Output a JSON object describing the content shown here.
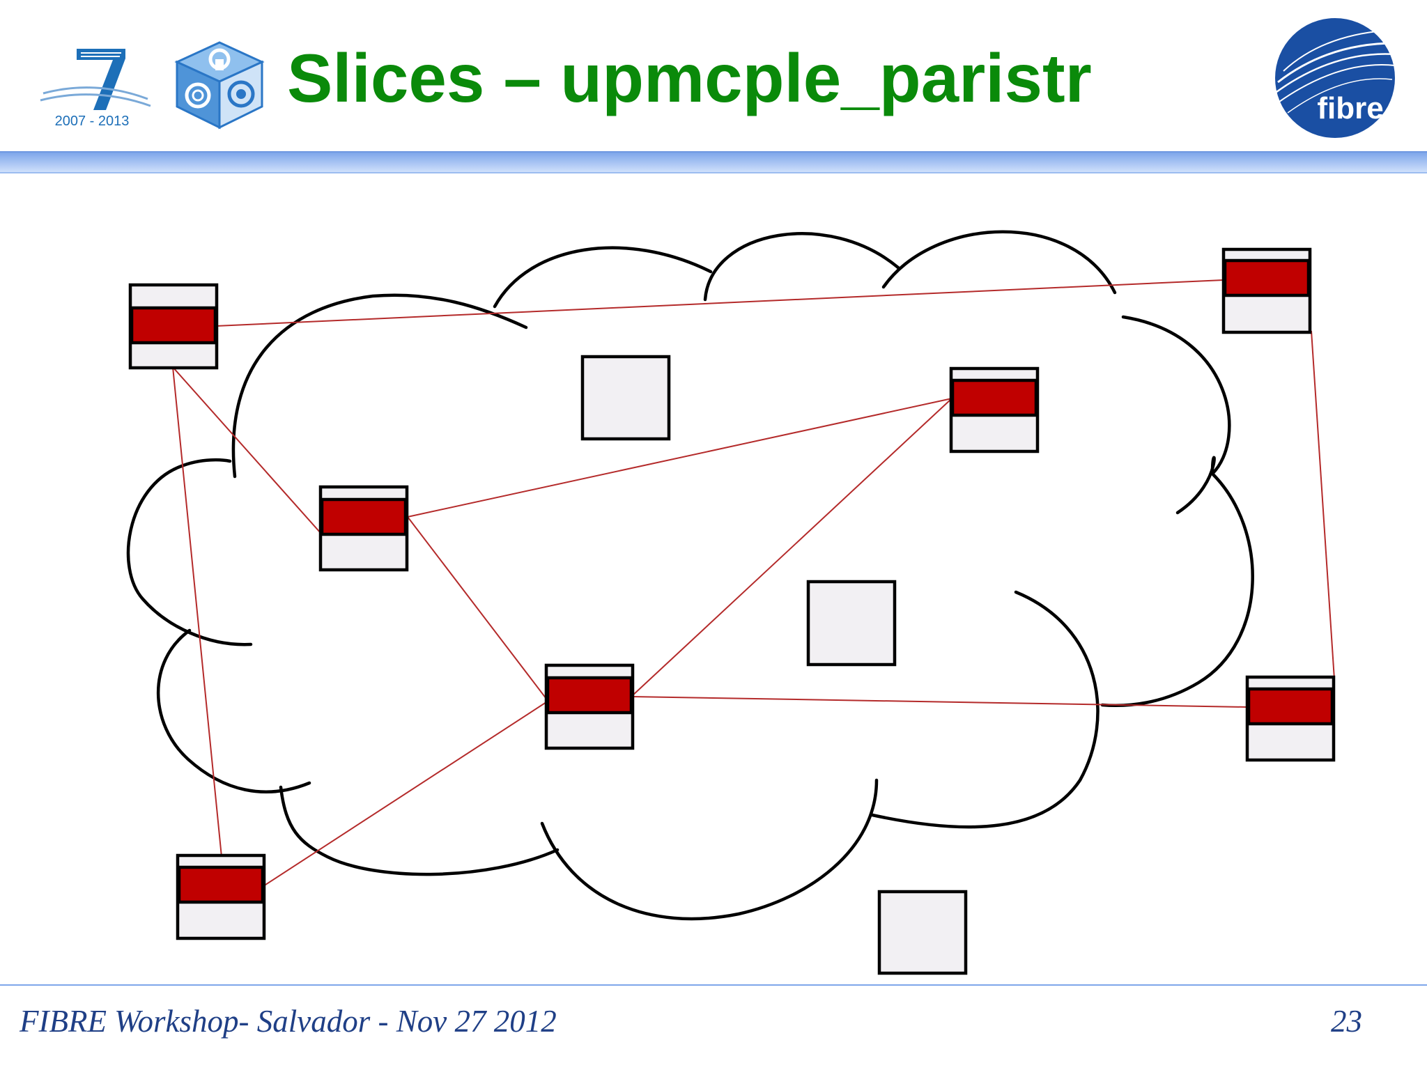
{
  "slide": {
    "title": "Slices – upmcple_paristr",
    "footer": "FIBRE Workshop- Salvador - Nov 27 2012",
    "page_number": "23"
  },
  "logos": {
    "fp7": {
      "label": "2007 - 2013",
      "icon": "fp7-seven-icon",
      "color": "#1d6fb8"
    },
    "cube": {
      "icon": "openlab-cube-icon",
      "color": "#2a76c6"
    },
    "fibre": {
      "label": "fibre",
      "icon": "fibre-globe-icon",
      "color": "#1a4fa3"
    }
  },
  "colors": {
    "title": "#0a8a0a",
    "slice_link": "#b42a2a",
    "slice_band": "#c00000",
    "node_fill": "#f2f0f3",
    "cloud_stroke": "#000000",
    "footer_text": "#1f3f86"
  }
}
